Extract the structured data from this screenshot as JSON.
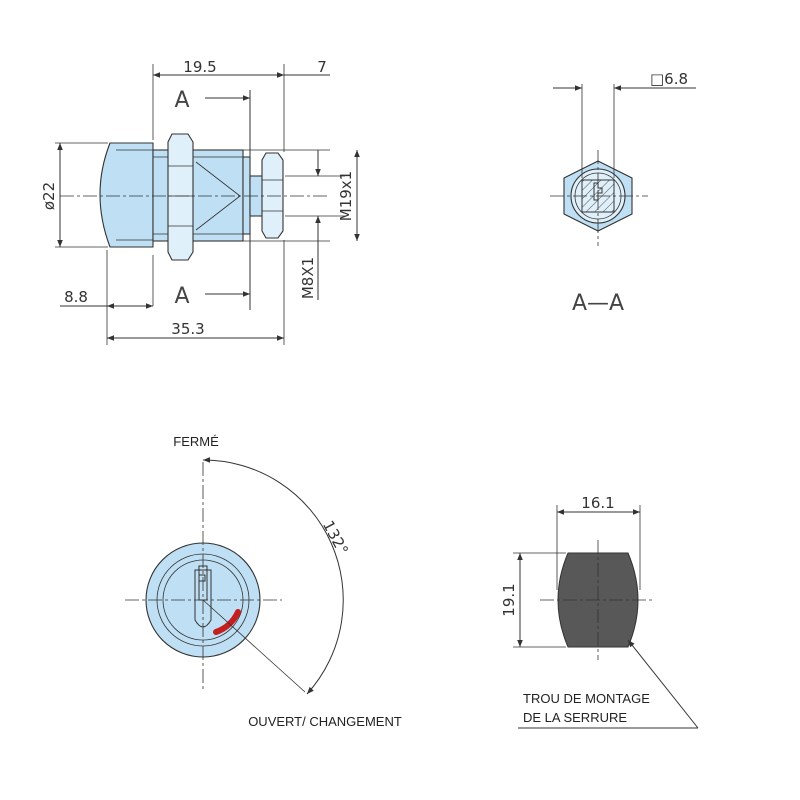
{
  "colors": {
    "part_fill": "#bfe0f4",
    "part_light": "#dff0fa",
    "line": "#333333",
    "hole_fill": "#585858",
    "cam_red": "#c41e1e"
  },
  "side_view": {
    "dim_width_front": "19.5",
    "dim_width_rear": "7",
    "dim_diameter": "ø22",
    "dim_thread_main": "M19x1",
    "dim_thread_small": "M8X1",
    "dim_front_offset": "8.8",
    "dim_total_length": "35.3",
    "section_marker_top": "A",
    "section_marker_bottom": "A"
  },
  "section_view": {
    "dim_square": "□6.8",
    "title": "A—A"
  },
  "front_view": {
    "label_closed": "FERMÉ",
    "label_open": "OUVERT/ CHANGEMENT",
    "dim_angle": "132°"
  },
  "mounting_hole": {
    "dim_width": "16.1",
    "dim_height": "19.1",
    "label_line1": "TROU DE MONTAGE",
    "label_line2": "DE LA SERRURE"
  }
}
